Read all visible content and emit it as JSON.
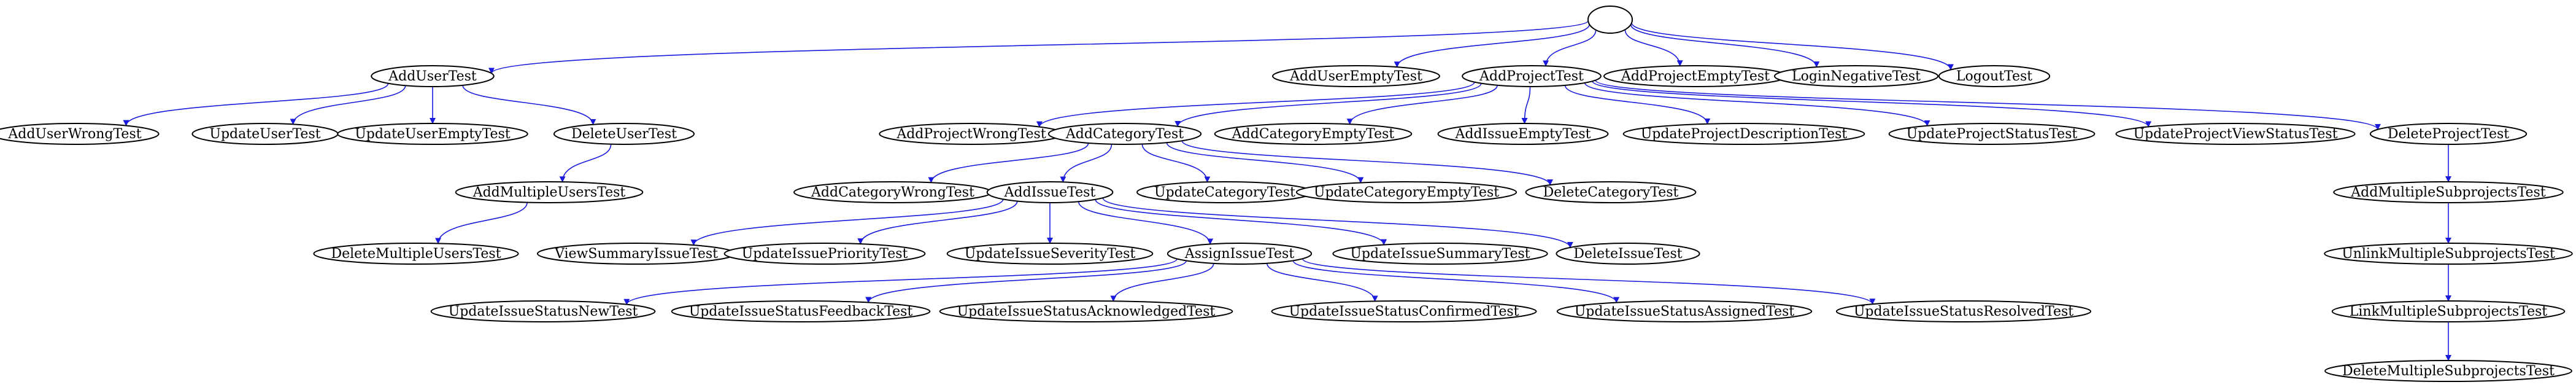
{
  "graph": {
    "edge_color": "#1a1adc",
    "node_stroke": "#000000",
    "root": {
      "id": "root",
      "label": ""
    },
    "nodes": [
      {
        "id": "AddUserTest",
        "label": "AddUserTest"
      },
      {
        "id": "AddUserEmptyTest",
        "label": "AddUserEmptyTest"
      },
      {
        "id": "AddProjectTest",
        "label": "AddProjectTest"
      },
      {
        "id": "AddProjectEmptyTest",
        "label": "AddProjectEmptyTest"
      },
      {
        "id": "LoginNegativeTest",
        "label": "LoginNegativeTest"
      },
      {
        "id": "LogoutTest",
        "label": "LogoutTest"
      },
      {
        "id": "AddUserWrongTest",
        "label": "AddUserWrongTest"
      },
      {
        "id": "UpdateUserTest",
        "label": "UpdateUserTest"
      },
      {
        "id": "UpdateUserEmptyTest",
        "label": "UpdateUserEmptyTest"
      },
      {
        "id": "DeleteUserTest",
        "label": "DeleteUserTest"
      },
      {
        "id": "AddMultipleUsersTest",
        "label": "AddMultipleUsersTest"
      },
      {
        "id": "DeleteMultipleUsersTest",
        "label": "DeleteMultipleUsersTest"
      },
      {
        "id": "AddProjectWrongTest",
        "label": "AddProjectWrongTest"
      },
      {
        "id": "AddCategoryTest",
        "label": "AddCategoryTest"
      },
      {
        "id": "AddCategoryEmptyTest",
        "label": "AddCategoryEmptyTest"
      },
      {
        "id": "AddIssueEmptyTest",
        "label": "AddIssueEmptyTest"
      },
      {
        "id": "UpdateProjectDescriptionTest",
        "label": "UpdateProjectDescriptionTest"
      },
      {
        "id": "UpdateProjectStatusTest",
        "label": "UpdateProjectStatusTest"
      },
      {
        "id": "UpdateProjectViewStatusTest",
        "label": "UpdateProjectViewStatusTest"
      },
      {
        "id": "DeleteProjectTest",
        "label": "DeleteProjectTest"
      },
      {
        "id": "AddCategoryWrongTest",
        "label": "AddCategoryWrongTest"
      },
      {
        "id": "AddIssueTest",
        "label": "AddIssueTest"
      },
      {
        "id": "UpdateCategoryTest",
        "label": "UpdateCategoryTest"
      },
      {
        "id": "UpdateCategoryEmptyTest",
        "label": "UpdateCategoryEmptyTest"
      },
      {
        "id": "DeleteCategoryTest",
        "label": "DeleteCategoryTest"
      },
      {
        "id": "ViewSummaryIssueTest",
        "label": "ViewSummaryIssueTest"
      },
      {
        "id": "UpdateIssuePriorityTest",
        "label": "UpdateIssuePriorityTest"
      },
      {
        "id": "UpdateIssueSeverityTest",
        "label": "UpdateIssueSeverityTest"
      },
      {
        "id": "AssignIssueTest",
        "label": "AssignIssueTest"
      },
      {
        "id": "UpdateIssueSummaryTest",
        "label": "UpdateIssueSummaryTest"
      },
      {
        "id": "DeleteIssueTest",
        "label": "DeleteIssueTest"
      },
      {
        "id": "UpdateIssueStatusNewTest",
        "label": "UpdateIssueStatusNewTest"
      },
      {
        "id": "UpdateIssueStatusFeedbackTest",
        "label": "UpdateIssueStatusFeedbackTest"
      },
      {
        "id": "UpdateIssueStatusAcknowledgedTest",
        "label": "UpdateIssueStatusAcknowledgedTest"
      },
      {
        "id": "UpdateIssueStatusConfirmedTest",
        "label": "UpdateIssueStatusConfirmedTest"
      },
      {
        "id": "UpdateIssueStatusAssignedTest",
        "label": "UpdateIssueStatusAssignedTest"
      },
      {
        "id": "UpdateIssueStatusResolvedTest",
        "label": "UpdateIssueStatusResolvedTest"
      },
      {
        "id": "AddMultipleSubprojectsTest",
        "label": "AddMultipleSubprojectsTest"
      },
      {
        "id": "UnlinkMultipleSubprojectsTest",
        "label": "UnlinkMultipleSubprojectsTest"
      },
      {
        "id": "LinkMultipleSubprojectsTest",
        "label": "LinkMultipleSubprojectsTest"
      },
      {
        "id": "DeleteMultipleSubprojectsTest",
        "label": "DeleteMultipleSubprojectsTest"
      }
    ],
    "edges": [
      [
        "root",
        "AddUserTest"
      ],
      [
        "root",
        "AddUserEmptyTest"
      ],
      [
        "root",
        "AddProjectTest"
      ],
      [
        "root",
        "AddProjectEmptyTest"
      ],
      [
        "root",
        "LoginNegativeTest"
      ],
      [
        "root",
        "LogoutTest"
      ],
      [
        "AddUserTest",
        "AddUserWrongTest"
      ],
      [
        "AddUserTest",
        "UpdateUserTest"
      ],
      [
        "AddUserTest",
        "UpdateUserEmptyTest"
      ],
      [
        "AddUserTest",
        "DeleteUserTest"
      ],
      [
        "DeleteUserTest",
        "AddMultipleUsersTest"
      ],
      [
        "AddMultipleUsersTest",
        "DeleteMultipleUsersTest"
      ],
      [
        "AddProjectTest",
        "AddProjectWrongTest"
      ],
      [
        "AddProjectTest",
        "AddCategoryTest"
      ],
      [
        "AddProjectTest",
        "AddCategoryEmptyTest"
      ],
      [
        "AddProjectTest",
        "AddIssueEmptyTest"
      ],
      [
        "AddProjectTest",
        "UpdateProjectDescriptionTest"
      ],
      [
        "AddProjectTest",
        "UpdateProjectStatusTest"
      ],
      [
        "AddProjectTest",
        "UpdateProjectViewStatusTest"
      ],
      [
        "AddProjectTest",
        "DeleteProjectTest"
      ],
      [
        "AddCategoryTest",
        "AddCategoryWrongTest"
      ],
      [
        "AddCategoryTest",
        "AddIssueTest"
      ],
      [
        "AddCategoryTest",
        "UpdateCategoryTest"
      ],
      [
        "AddCategoryTest",
        "UpdateCategoryEmptyTest"
      ],
      [
        "AddCategoryTest",
        "DeleteCategoryTest"
      ],
      [
        "AddIssueTest",
        "ViewSummaryIssueTest"
      ],
      [
        "AddIssueTest",
        "UpdateIssuePriorityTest"
      ],
      [
        "AddIssueTest",
        "UpdateIssueSeverityTest"
      ],
      [
        "AddIssueTest",
        "AssignIssueTest"
      ],
      [
        "AddIssueTest",
        "UpdateIssueSummaryTest"
      ],
      [
        "AddIssueTest",
        "DeleteIssueTest"
      ],
      [
        "AssignIssueTest",
        "UpdateIssueStatusNewTest"
      ],
      [
        "AssignIssueTest",
        "UpdateIssueStatusFeedbackTest"
      ],
      [
        "AssignIssueTest",
        "UpdateIssueStatusAcknowledgedTest"
      ],
      [
        "AssignIssueTest",
        "UpdateIssueStatusConfirmedTest"
      ],
      [
        "AssignIssueTest",
        "UpdateIssueStatusAssignedTest"
      ],
      [
        "AssignIssueTest",
        "UpdateIssueStatusResolvedTest"
      ],
      [
        "DeleteProjectTest",
        "AddMultipleSubprojectsTest"
      ],
      [
        "AddMultipleSubprojectsTest",
        "UnlinkMultipleSubprojectsTest"
      ],
      [
        "UnlinkMultipleSubprojectsTest",
        "LinkMultipleSubprojectsTest"
      ],
      [
        "LinkMultipleSubprojectsTest",
        "DeleteMultipleSubprojectsTest"
      ]
    ]
  }
}
